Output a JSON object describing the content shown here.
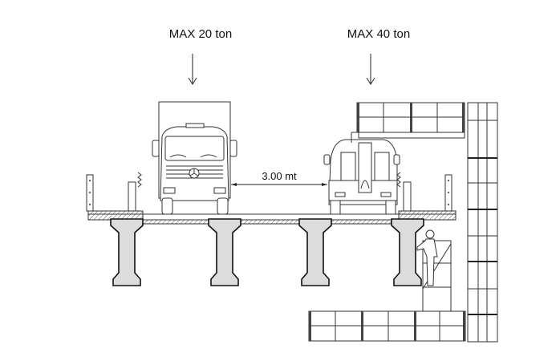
{
  "loads": [
    {
      "label": "MAX 20 ton"
    },
    {
      "label": "MAX 40 ton"
    }
  ],
  "dimension": {
    "label": "3.00 mt"
  },
  "colors": {
    "line": "#333333",
    "pier_fill": "#dcdcdc",
    "background": "#ffffff"
  }
}
